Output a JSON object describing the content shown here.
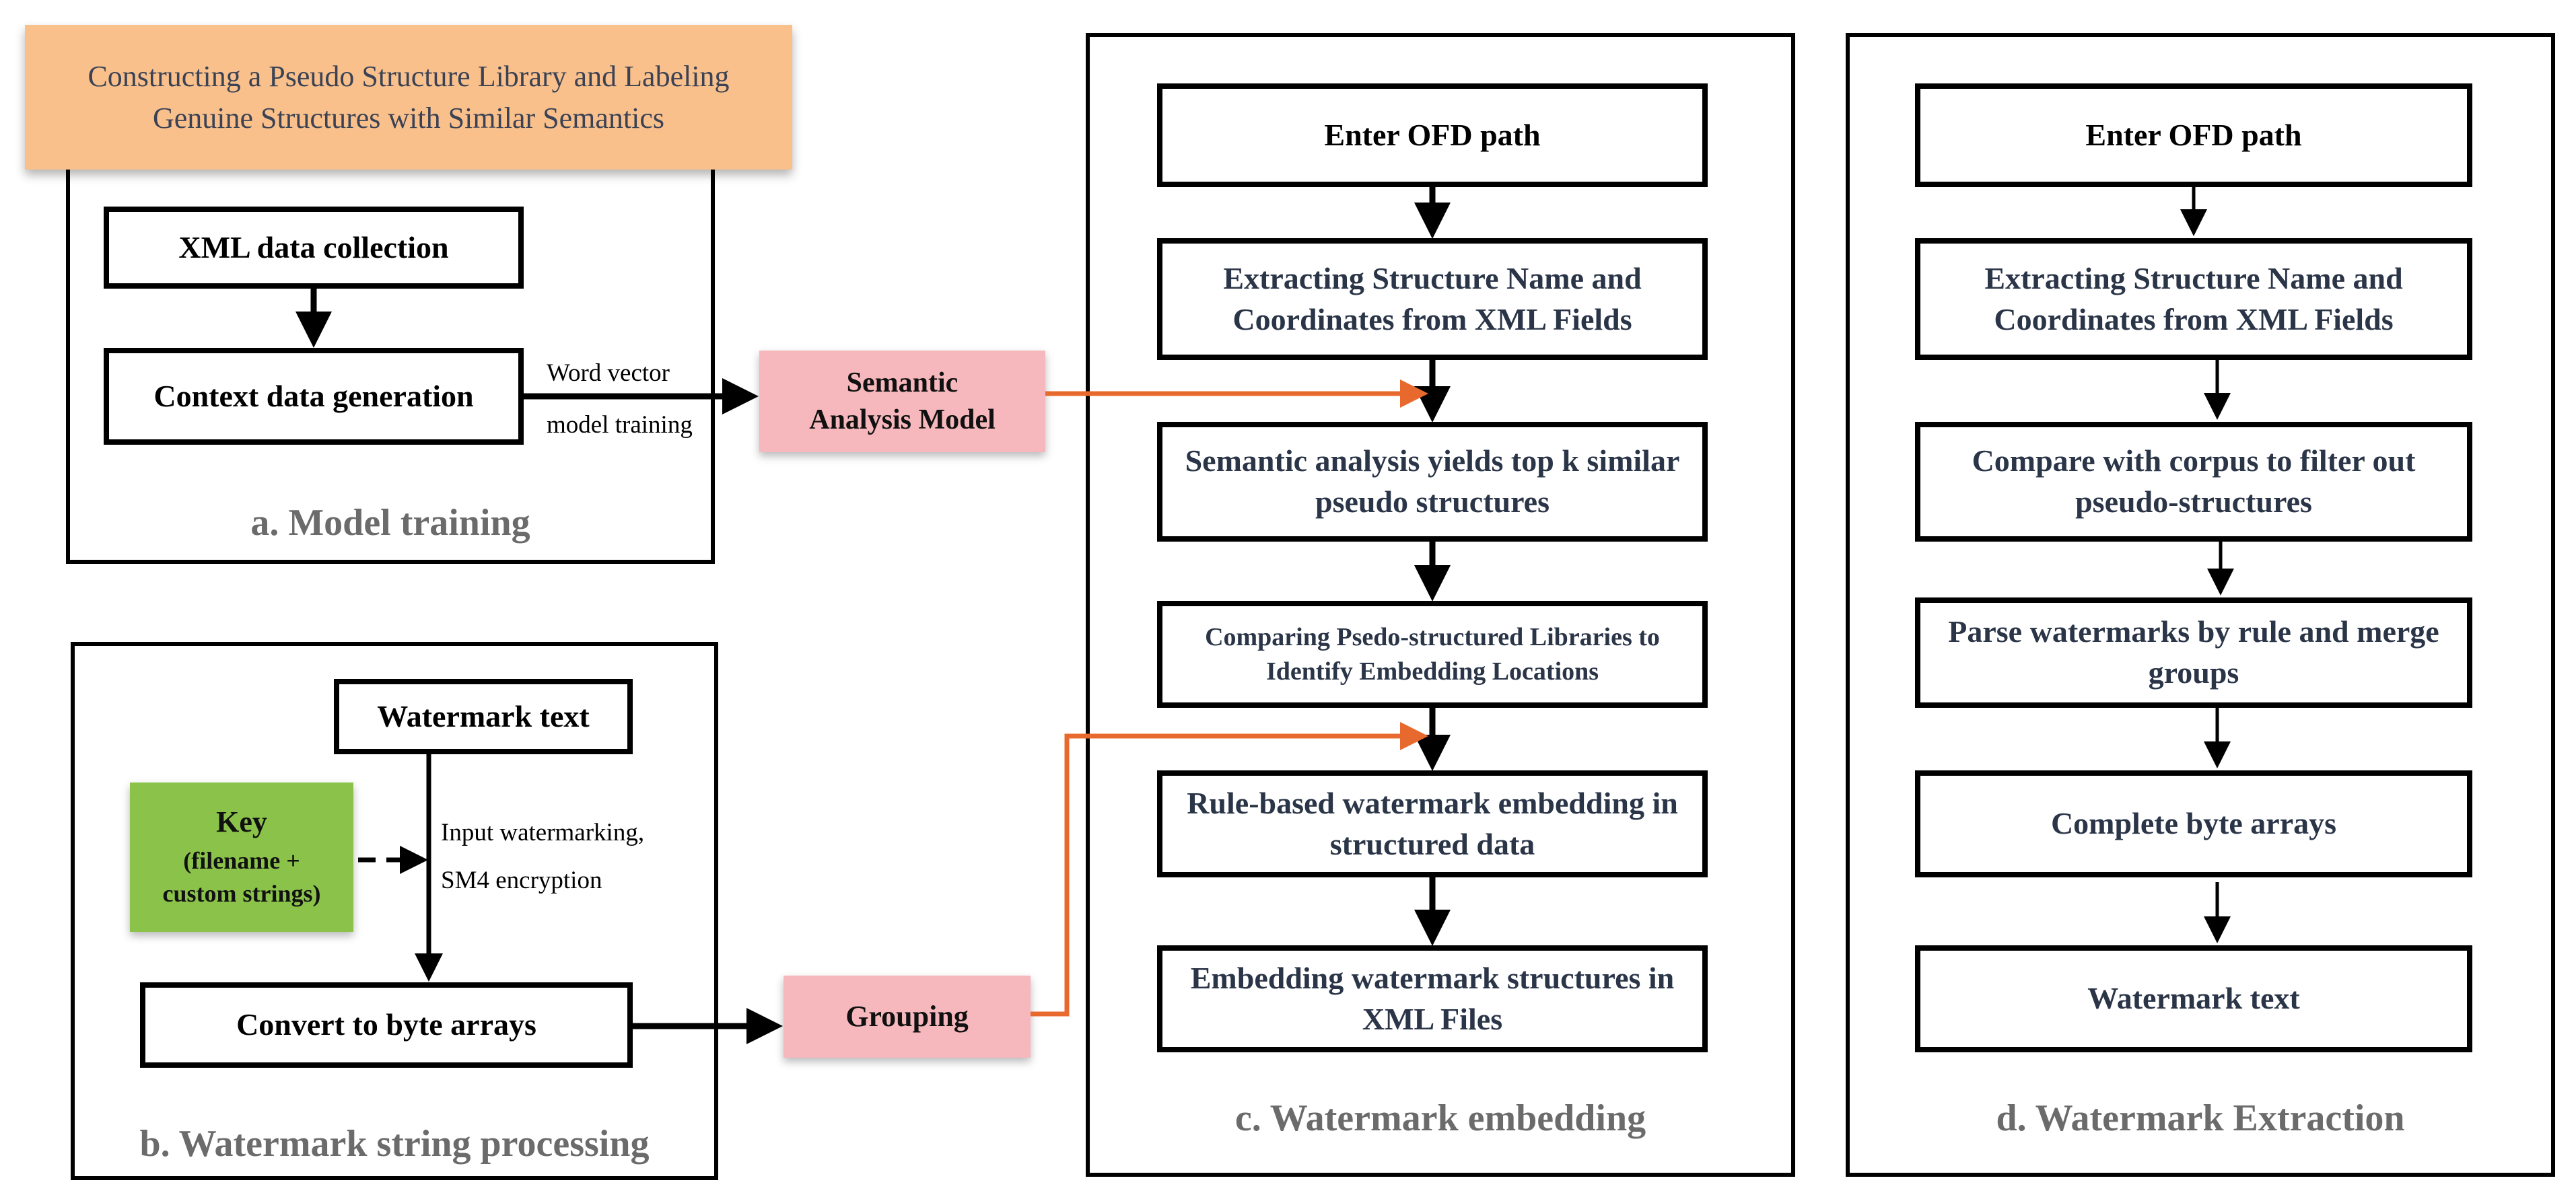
{
  "title_box": "Constructing a Pseudo Structure Library and Labeling Genuine Structures with Similar Semantics",
  "model_training": {
    "xml_collection": "XML data collection",
    "context_generation": "Context data generation",
    "word_vector_line1": "Word vector",
    "word_vector_line2": "model training",
    "semantic_model": "Semantic Analysis Model",
    "caption": "a. Model training"
  },
  "watermark_processing": {
    "watermark_text": "Watermark text",
    "key_title": "Key",
    "key_detail": "(filename + custom strings)",
    "input_note_line1": "Input watermarking,",
    "input_note_line2": "SM4 encryption",
    "convert": "Convert to byte arrays",
    "grouping": "Grouping",
    "caption": "b. Watermark string processing"
  },
  "embedding": {
    "steps": [
      "Enter OFD path",
      "Extracting Structure Name and Coordinates from XML Fields",
      "Semantic analysis yields top k similar pseudo structures",
      "Comparing Psedo-structured Libraries to Identify Embedding Locations",
      "Rule-based watermark embedding in structured data",
      "Embedding watermark structures in XML Files"
    ],
    "caption": "c. Watermark embedding"
  },
  "extraction": {
    "steps": [
      "Enter OFD path",
      "Extracting Structure Name and Coordinates from XML Fields",
      "Compare with corpus to filter out pseudo-structures",
      "Parse watermarks by rule and merge groups",
      "Complete byte arrays",
      "Watermark text"
    ],
    "caption": "d. Watermark Extraction"
  },
  "colors": {
    "title_fill": "#f9c08c",
    "pink_fill": "#f7b8bd",
    "green_fill": "#8bc34a",
    "orange_arrow": "#e8692e",
    "caption_gray": "#6b6b6b",
    "step_text_navy": "#2b3548"
  }
}
